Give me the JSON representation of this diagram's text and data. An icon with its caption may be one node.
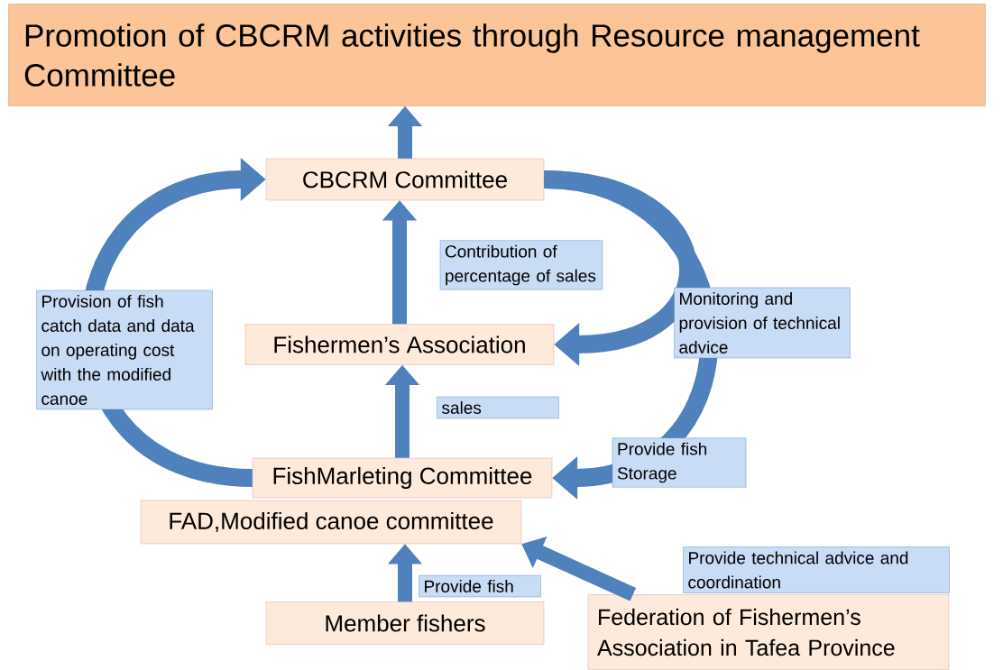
{
  "diagram": {
    "nodes": [
      {
        "text": [
          "Promotion of CBCRM activities through Resource management Committee"
        ]
      },
      {
        "text": [
          "CBCRM Committee"
        ]
      },
      {
        "text": [
          "Fishermen’s Association"
        ]
      },
      {
        "text": [
          "FishMarleting Committee"
        ]
      },
      {
        "text": [
          "FAD,Modified canoe committee"
        ]
      },
      {
        "text": [
          "Member fishers"
        ]
      },
      {
        "text": [
          "Federation of Fishermen’s Association in Tafea Province"
        ]
      }
    ],
    "edges": [
      {
        "from": 1,
        "to": 0,
        "arrow": "to"
      },
      {
        "from": 2,
        "to": 1,
        "arrow": "to",
        "label": "Contribution of percentage of sales"
      },
      {
        "from": 3,
        "to": 2,
        "arrow": "to",
        "label": "sales"
      },
      {
        "from": 5,
        "to": 4,
        "arrow": "to",
        "label": "Provide fish"
      },
      {
        "from": 6,
        "to": 4,
        "arrow": "to",
        "label": "Provide technical advice and coordination"
      },
      {
        "from": 1,
        "to": 2,
        "arrow": "to",
        "label": "Monitoring and provision of technical advice"
      },
      {
        "from": 1,
        "to": 3,
        "arrow": "to",
        "label": "Provide fish Storage"
      },
      {
        "from": 3,
        "to": 1,
        "arrow": "to",
        "label": "Provision of fish catch data and data on operating cost with the modified canoe"
      }
    ]
  }
}
